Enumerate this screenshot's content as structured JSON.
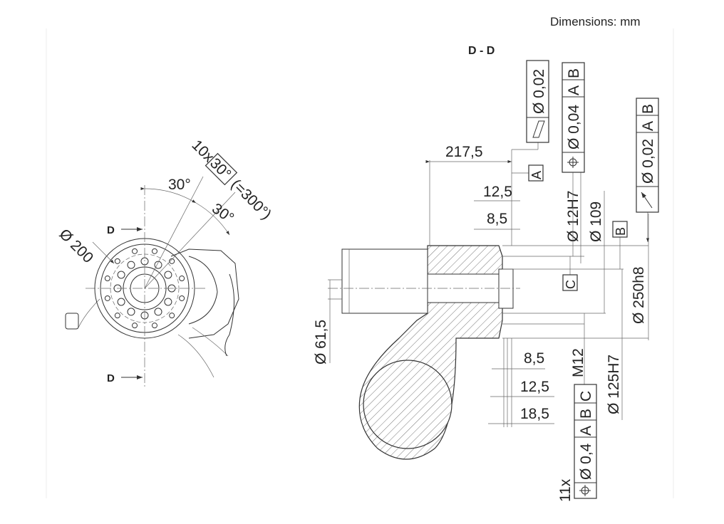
{
  "units_label": "Dimensions: mm",
  "section_label": "D - D",
  "left_view": {
    "diameter": "Ø 200",
    "section_marker_top": "D",
    "section_marker_bottom": "D",
    "angle_1": "30°",
    "angle_2": "30°",
    "pattern_prefix": "10x",
    "pattern_angle": "30°",
    "pattern_total": "(=300°)"
  },
  "section_view": {
    "length_total": "217,5",
    "dim_12_5_top": "12,5",
    "dim_8_5_top": "8,5",
    "dim_8_5_bottom": "8,5",
    "dim_12_5_bottom": "12,5",
    "dim_18_5_bottom": "18,5",
    "shaft_diameter": "Ø 61,5",
    "pin_hole": "Ø 12H7",
    "bolt_circle": "Ø 109",
    "flange_diameter": "Ø 250h8",
    "bore_diameter": "Ø 125H7",
    "thread": "M12",
    "datum_a": "A",
    "datum_b": "B",
    "datum_c": "C"
  },
  "feature_control_frames": [
    {
      "symbol": "flatness",
      "tolerance": "Ø 0,02",
      "datums": []
    },
    {
      "symbol": "position",
      "tolerance": "Ø 0,04",
      "datums": [
        "A",
        "B"
      ]
    },
    {
      "symbol": "circular-runout",
      "tolerance": "Ø 0,02",
      "datums": [
        "A",
        "B"
      ]
    },
    {
      "prefix": "11x",
      "symbol": "position",
      "tolerance": "Ø 0,4",
      "datums": [
        "A",
        "B",
        "C"
      ]
    }
  ]
}
